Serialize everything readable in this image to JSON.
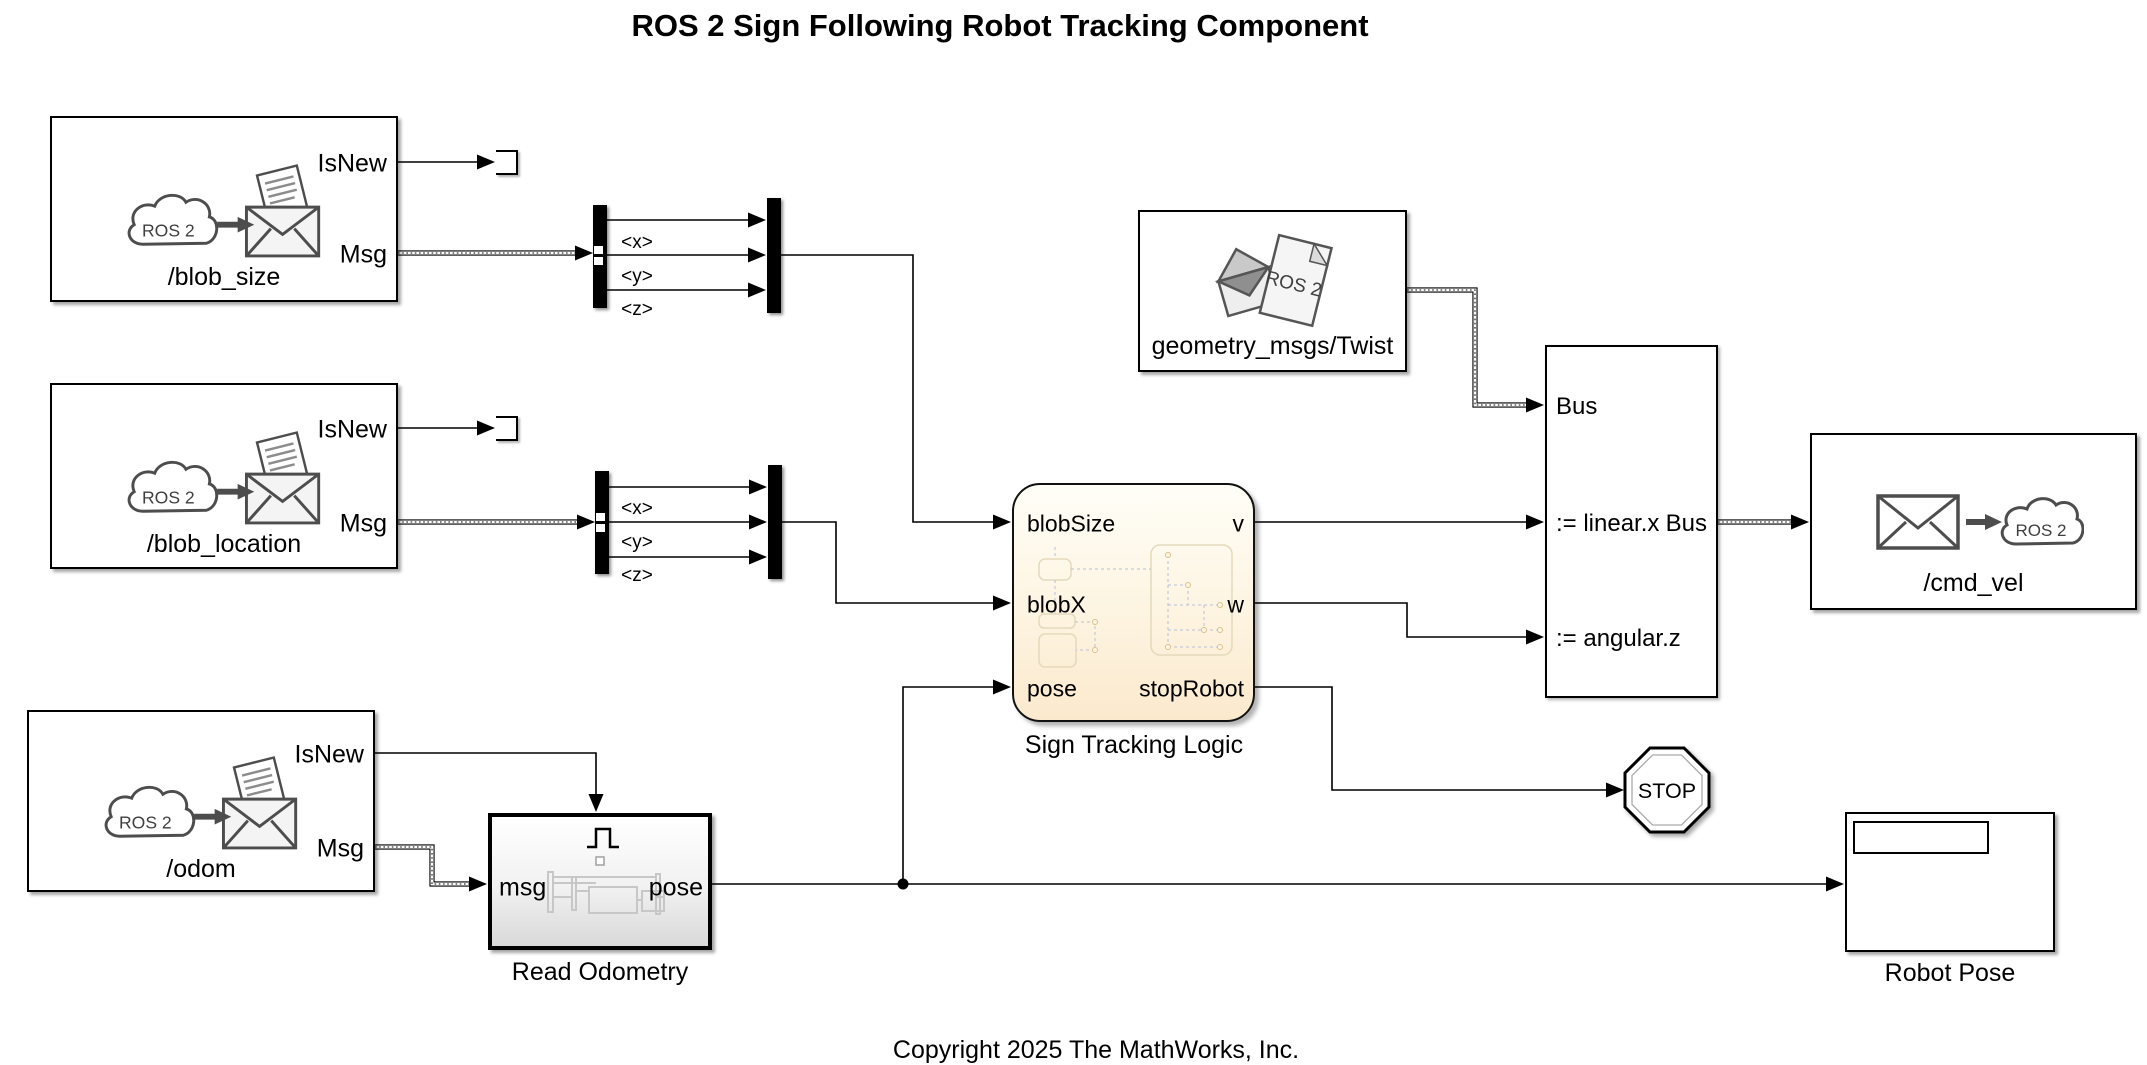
{
  "title": "ROS 2 Sign Following Robot Tracking Component",
  "footer": {
    "copyright": "Copyright 2025 The MathWorks, Inc."
  },
  "icons": {
    "ros2_label": "ROS 2"
  },
  "blocks": {
    "blob_size": {
      "name": "/blob_size",
      "port_isnew": "IsNew",
      "port_msg": "Msg"
    },
    "blob_location": {
      "name": "/blob_location",
      "port_isnew": "IsNew",
      "port_msg": "Msg"
    },
    "odom": {
      "name": "/odom",
      "port_isnew": "IsNew",
      "port_msg": "Msg"
    },
    "twist": {
      "name": "geometry_msgs/Twist"
    },
    "bus_assignment": {
      "port_bus_in": "Bus",
      "port_linear": ":= linear.x",
      "port_angular": ":= angular.z",
      "port_bus_out": "Bus"
    },
    "sign_tracking": {
      "name": "Sign Tracking Logic",
      "port_blobsize": "blobSize",
      "port_blobx": "blobX",
      "port_pose": "pose",
      "port_v": "v",
      "port_w": "w",
      "port_stoprobot": "stopRobot"
    },
    "cmd_vel": {
      "name": "/cmd_vel"
    },
    "stop": {
      "label": "STOP"
    },
    "read_odometry": {
      "name": "Read Odometry",
      "port_msg": "msg",
      "port_pose": "pose"
    },
    "robot_pose": {
      "name": "Robot Pose"
    }
  },
  "signal_labels": {
    "bus1": {
      "x": "<x>",
      "y": "<y>",
      "z": "<z>"
    },
    "bus2": {
      "x": "<x>",
      "y": "<y>",
      "z": "<z>"
    }
  },
  "colors": {
    "chart_fill_top": "#fffef7",
    "chart_fill_bottom": "#fbe9cd",
    "wire": "#000000",
    "background": "#ffffff"
  }
}
